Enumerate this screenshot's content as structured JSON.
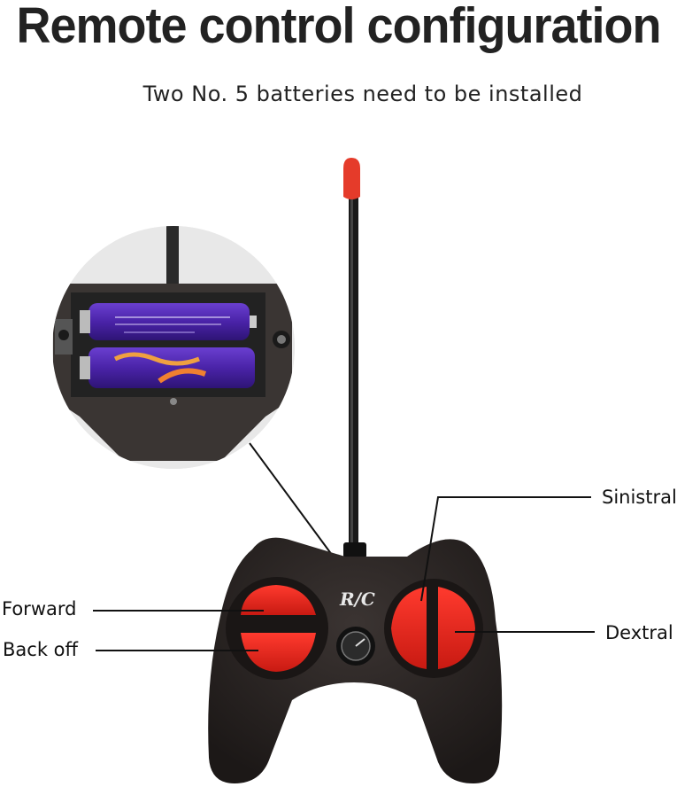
{
  "title": "Remote control configuration",
  "subtitle": "Two No. 5 batteries need to be installed",
  "callouts": {
    "forward": "Forward",
    "back_off": "Back off",
    "sinistral": "Sinistral",
    "dextral": "Dextral"
  },
  "remote_badge": "R/C",
  "colors": {
    "button_red": "#e8261c",
    "body_dark": "#2a2524",
    "battery_purple": "#4a23a8",
    "antenna_tip": "#e53b2a"
  }
}
